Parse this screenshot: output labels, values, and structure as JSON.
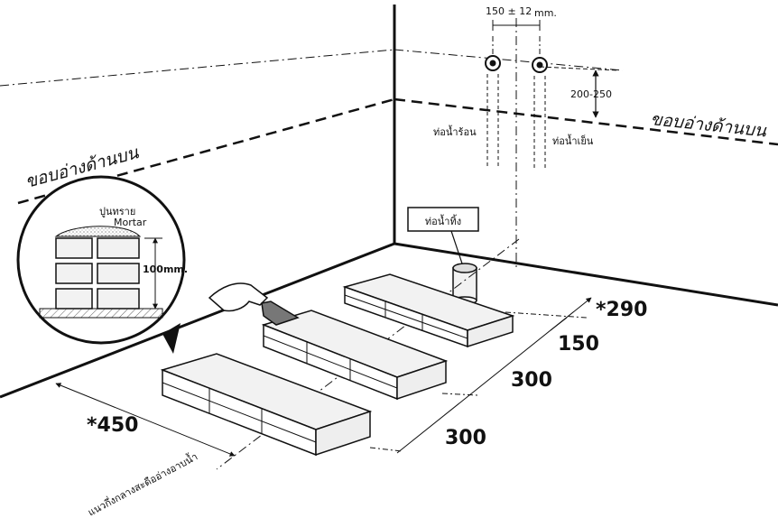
{
  "labels": {
    "edge_left": "ขอบอ่างด้านบน",
    "edge_right": "ขอบอ่างด้านบน",
    "hot_pipe": "ท่อน้ำร้อน",
    "cold_pipe": "ท่อน้ำเย็น",
    "drain_pipe": "ท่อน้ำทิ้ง",
    "pipe_spacing": "150 ± 12",
    "pipe_spacing_unit": "mm.",
    "pipe_height": "200-250",
    "mortar_th": "ปูนทราย",
    "mortar_en": "Mortar",
    "brick_height": "100mm.",
    "centerline": "แนวกึ่งกลางสะดืออ่างอาบน้ำ"
  },
  "dimensions": {
    "d290": "*290",
    "d150": "150",
    "d300a": "300",
    "d300b": "300",
    "d450": "*450"
  },
  "colors": {
    "line": "#111111",
    "brick_top": "#f2f2f2",
    "brick_side": "#ffffff",
    "mortar": "#dddddd",
    "ground": "#888888"
  }
}
